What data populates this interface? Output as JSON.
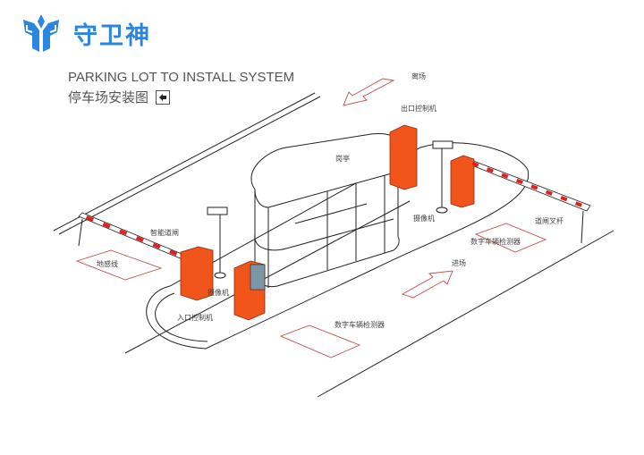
{
  "brand": {
    "name": "守卫神",
    "logo_color": "#2b86e0"
  },
  "title": {
    "english": "PARKING LOT TO  INSTALL SYSTEM",
    "chinese": "停车场安装图",
    "arrow_icon": "arrow-right-icon"
  },
  "labels": {
    "exit": "离场",
    "exit_controller": "出口控制机",
    "booth": "岗亭",
    "camera_exit": "摄像机",
    "barrier_arm_exit": "道闸叉杆",
    "vehicle_detector_exit": "数字车辆检测器",
    "smart_barrier": "智能道闸",
    "ground_loop": "地感线",
    "camera_entry": "摄像机",
    "entry_controller": "入口控制机",
    "enter": "进场",
    "vehicle_detector_entry": "数字车辆检测器"
  },
  "colors": {
    "equipment": "#f2551c",
    "marking": "#c0504d",
    "line": "#222222"
  }
}
